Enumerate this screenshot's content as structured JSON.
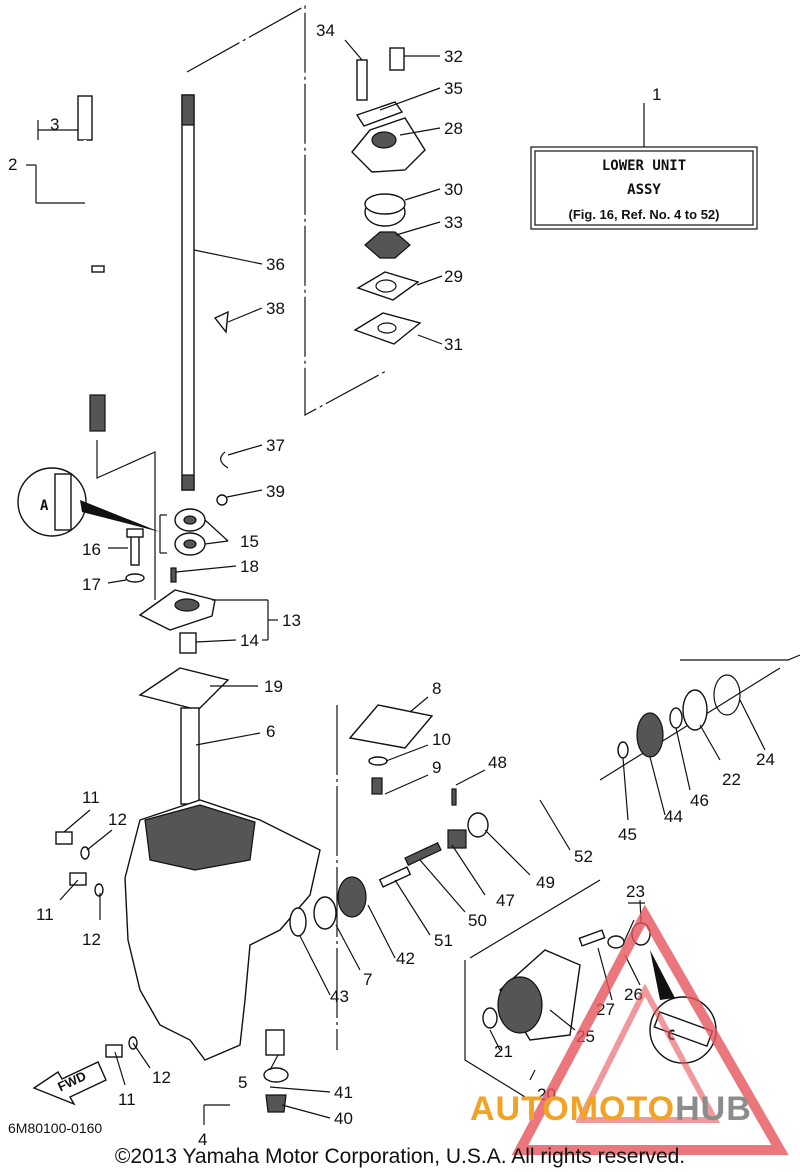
{
  "title_box": {
    "ref_no": "1",
    "line1": "LOWER UNIT",
    "line2": "ASSY",
    "line3": "(Fig. 16, Ref. No. 4 to 52)"
  },
  "callouts": [
    "2",
    "3",
    "4",
    "5",
    "6",
    "7",
    "8",
    "9",
    "10",
    "11",
    "11",
    "11",
    "12",
    "12",
    "12",
    "13",
    "14",
    "15",
    "16",
    "17",
    "18",
    "19",
    "20",
    "21",
    "22",
    "23",
    "24",
    "25",
    "26",
    "27",
    "28",
    "29",
    "30",
    "31",
    "32",
    "33",
    "34",
    "35",
    "36",
    "37",
    "38",
    "39",
    "40",
    "41",
    "42",
    "43",
    "44",
    "45",
    "46",
    "47",
    "48",
    "49",
    "50",
    "51",
    "52"
  ],
  "badges": {
    "grease_a": "A",
    "grease_c": "C"
  },
  "arrow_label": "FWD",
  "diagram_code": "6M80100-0160",
  "copyright": "©2013 Yamaha Motor Corporation, U.S.A. All rights reserved.",
  "watermark": {
    "part1": "AUTO",
    "part2": "MOTO",
    "part3": "HUB",
    "color1": "#f2a324",
    "color2": "#9a9a9a"
  }
}
